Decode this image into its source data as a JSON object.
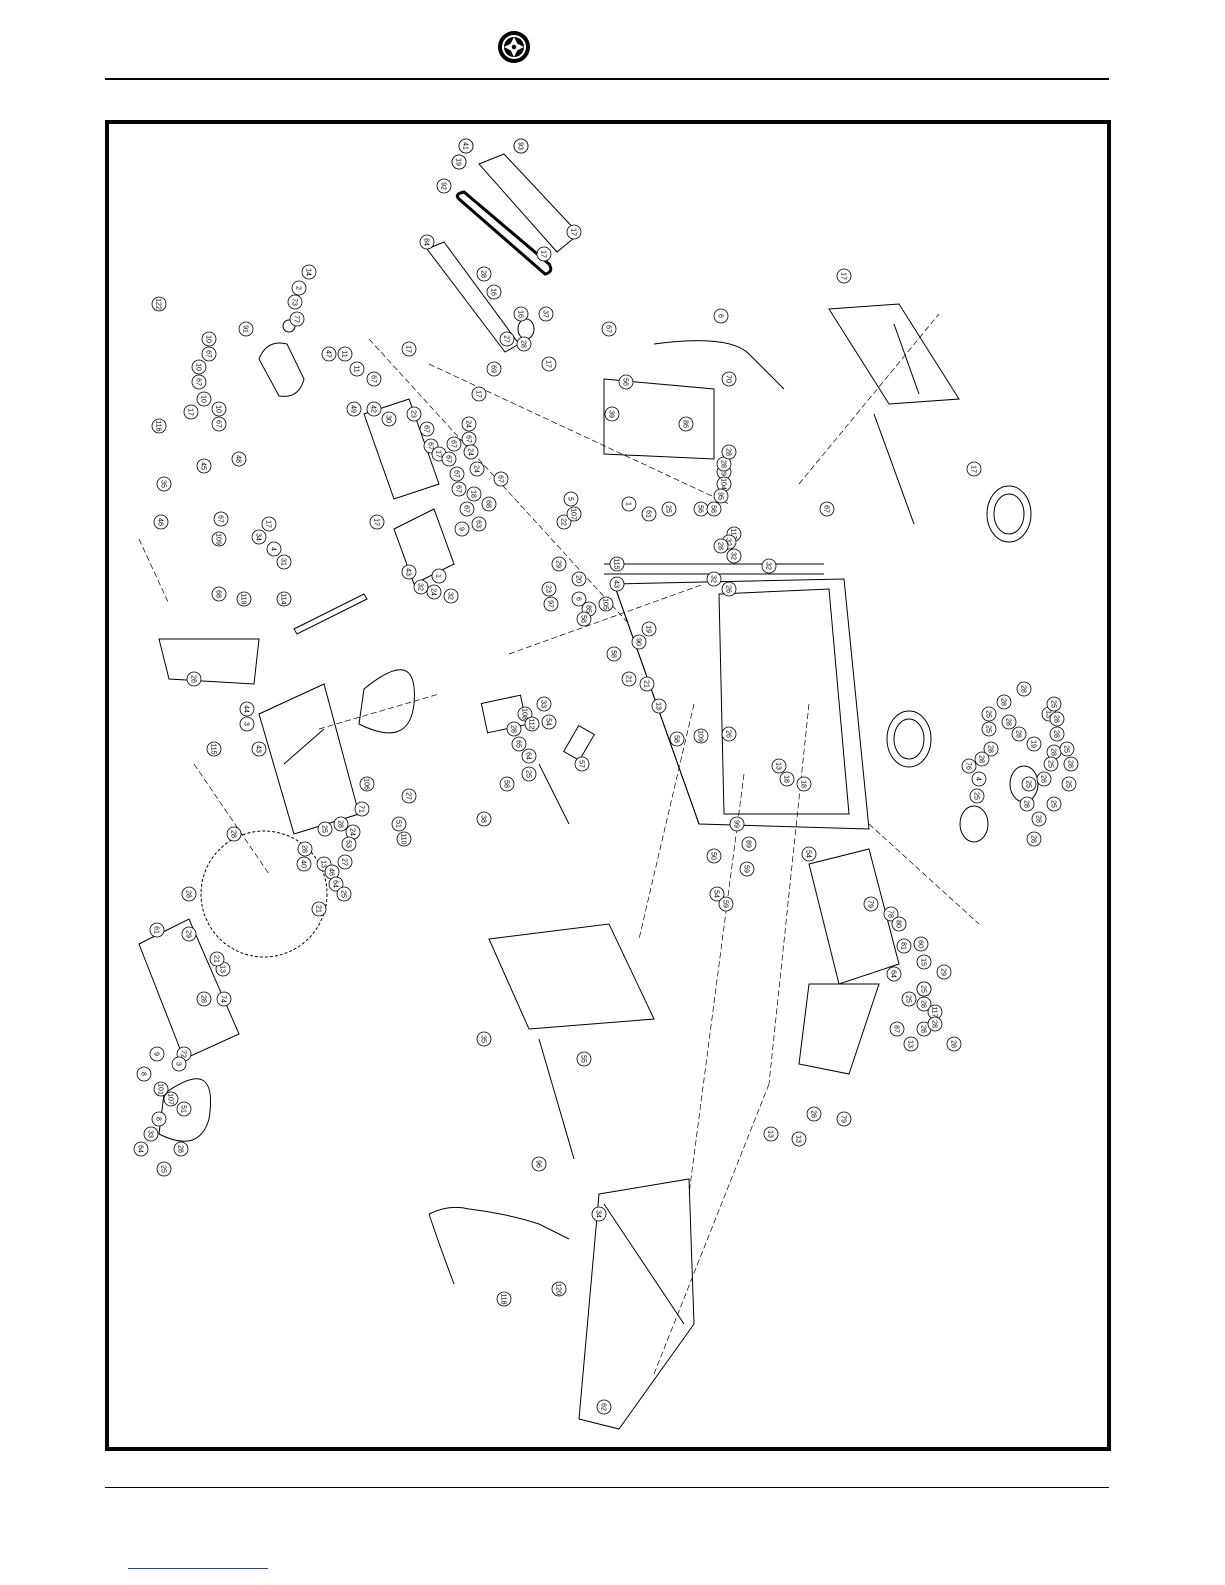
{
  "header": {
    "logo_icon": "company-logo-icon"
  },
  "diagram": {
    "type": "exploded-parts-diagram",
    "orientation": "rotated-90",
    "callouts": [
      "17",
      "83",
      "17",
      "92",
      "17",
      "17",
      "84",
      "28",
      "16",
      "16",
      "37",
      "27",
      "28",
      "17",
      "122",
      "14",
      "2",
      "73",
      "77",
      "91",
      "10",
      "67",
      "10",
      "67",
      "10",
      "10",
      "67",
      "67",
      "6",
      "47",
      "11",
      "11",
      "67",
      "17",
      "69",
      "17",
      "70",
      "56",
      "39",
      "86",
      "17",
      "17",
      "116",
      "35",
      "46",
      "45",
      "48",
      "49",
      "42",
      "30",
      "23",
      "67",
      "67",
      "17",
      "67",
      "24",
      "67",
      "24",
      "67",
      "67",
      "67",
      "24",
      "67",
      "18",
      "68",
      "67",
      "63",
      "9",
      "17",
      "5",
      "22",
      "67",
      "17",
      "67",
      "109",
      "17",
      "34",
      "4",
      "31",
      "61",
      "115",
      "43",
      "105",
      "107",
      "1",
      "25",
      "29",
      "28",
      "28",
      "104",
      "95",
      "56",
      "58",
      "117",
      "32",
      "28",
      "32",
      "32",
      "32",
      "26",
      "26",
      "68",
      "119",
      "114",
      "115",
      "43",
      "44",
      "3",
      "24",
      "27",
      "110",
      "51",
      "27",
      "1",
      "43",
      "32",
      "32",
      "24",
      "29",
      "23",
      "20",
      "97",
      "6",
      "85",
      "58",
      "58",
      "33",
      "108",
      "112",
      "28",
      "65",
      "64",
      "54",
      "25",
      "58",
      "57",
      "90",
      "58",
      "109",
      "26",
      "19",
      "21",
      "21",
      "13",
      "13",
      "18",
      "18",
      "99",
      "89",
      "50",
      "59",
      "54",
      "59",
      "54",
      "79",
      "78",
      "80",
      "81",
      "60",
      "15",
      "29",
      "76",
      "25",
      "28",
      "28",
      "25",
      "25",
      "28",
      "28",
      "76",
      "4",
      "25",
      "28",
      "28",
      "19",
      "13",
      "28",
      "28",
      "25",
      "28",
      "25",
      "28",
      "25",
      "28",
      "28",
      "25",
      "28",
      "25",
      "28",
      "25",
      "28",
      "25",
      "28",
      "40",
      "106",
      "71",
      "38",
      "53",
      "13",
      "46",
      "64",
      "25",
      "28",
      "21",
      "13",
      "21",
      "61",
      "29",
      "28",
      "28",
      "74",
      "72",
      "9",
      "8",
      "3",
      "101",
      "107",
      "51",
      "8",
      "33",
      "64",
      "25",
      "28",
      "64",
      "25",
      "28",
      "117",
      "87",
      "28",
      "13",
      "28",
      "28",
      "13",
      "13",
      "28",
      "79",
      "35",
      "55",
      "96",
      "34",
      "118",
      "120",
      "62",
      "19",
      "41",
      "93"
    ]
  }
}
